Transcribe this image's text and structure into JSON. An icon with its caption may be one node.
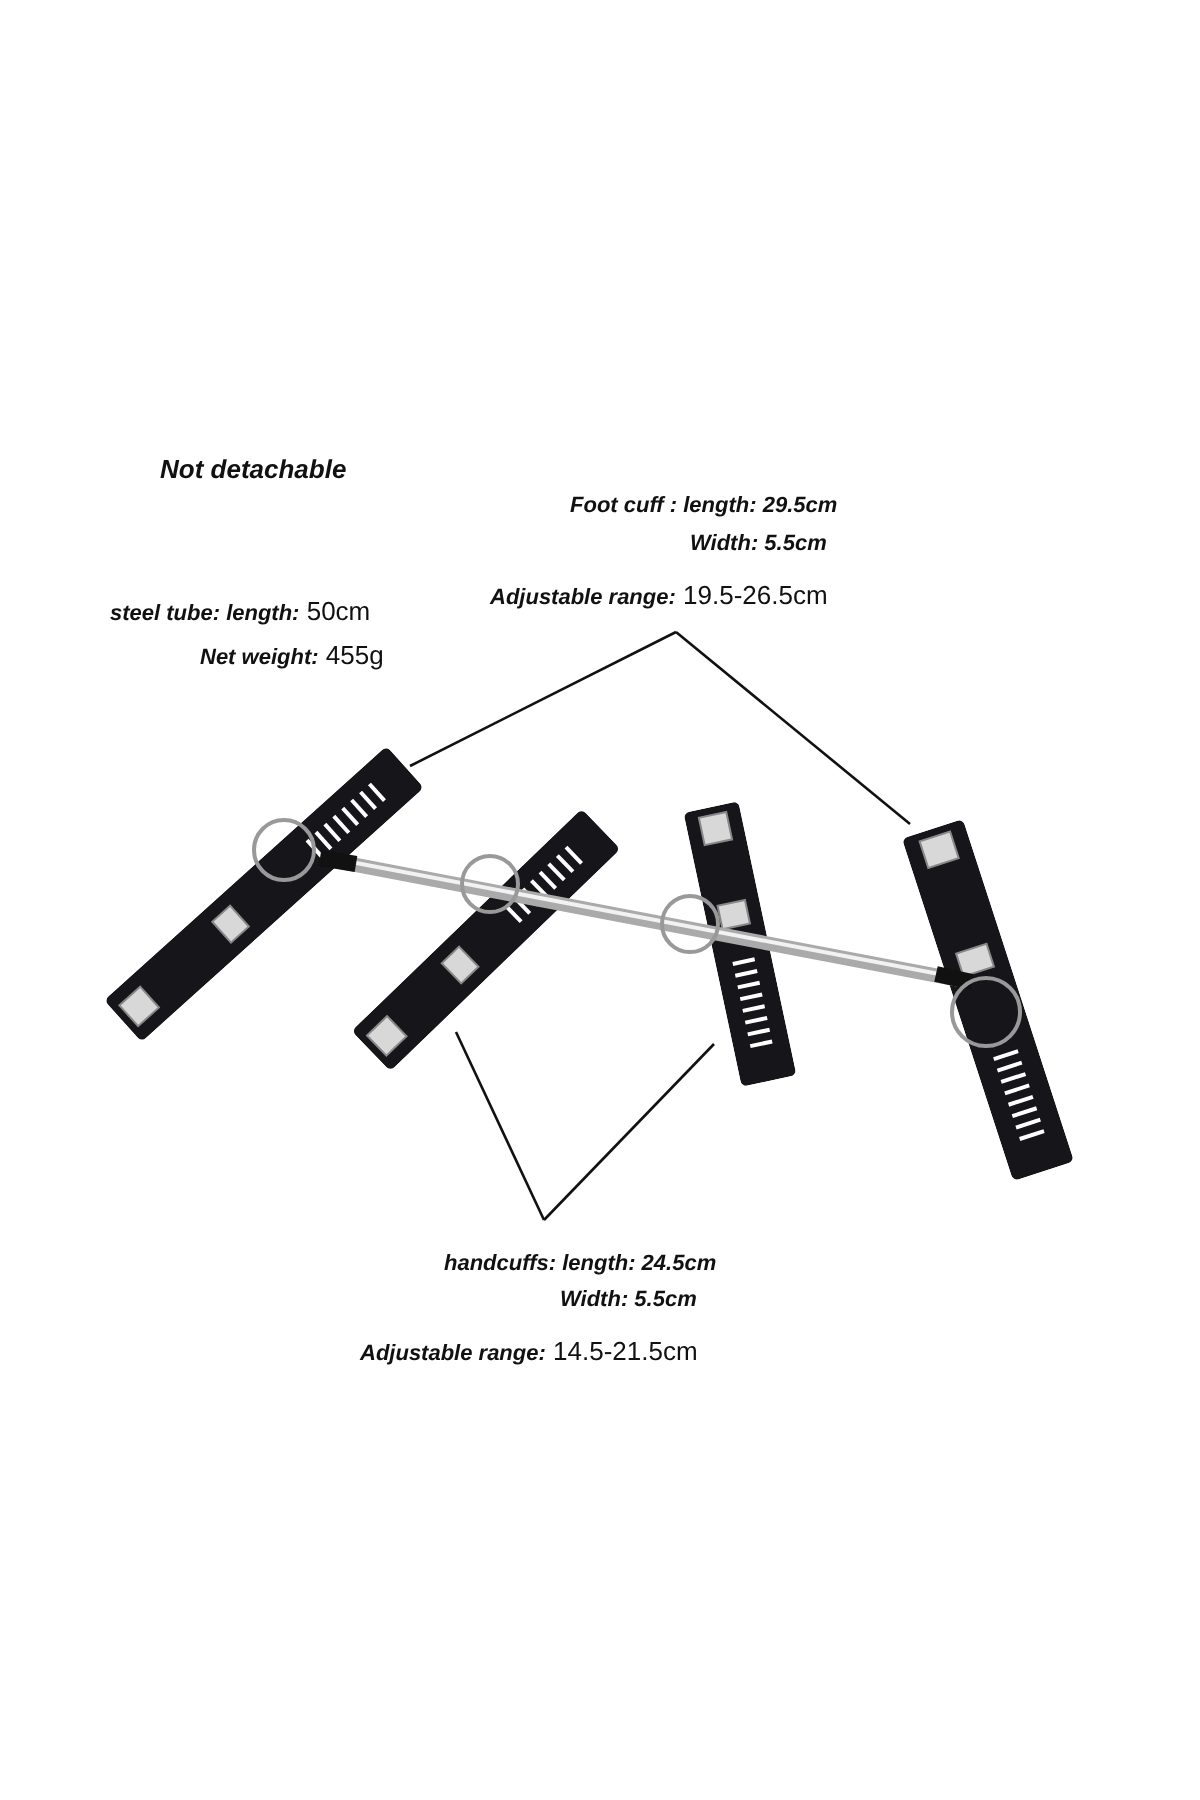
{
  "diagram": {
    "nodes": [
      {
        "text": [
          "Foot cuff : length: 29.5cm",
          "Width: 5.5cm",
          "**Adjustable range:** 19.5-26.5cm"
        ]
      },
      {
        "text": [],
        "shape": "picture"
      },
      {
        "text": [],
        "shape": "picture"
      },
      {
        "text": [],
        "shape": "picture"
      },
      {
        "text": [],
        "shape": "picture"
      },
      {
        "text": [
          "handcuffs: length: 24.5cm",
          "Width: 5.5cm",
          "**Adjustable range:** 14.5-21.5cm"
        ]
      }
    ],
    "edges": [
      {
        "from": 0,
        "to": 1,
        "arrow": "none"
      },
      {
        "from": 0,
        "to": 4,
        "arrow": "none"
      },
      {
        "from": 5,
        "to": 2,
        "arrow": "none"
      },
      {
        "from": 5,
        "to": 3,
        "arrow": "none"
      }
    ],
    "labels": [
      "Not detachable",
      "**steel tube: length:** 50cm",
      "**Net weight:** 455g"
    ]
  }
}
